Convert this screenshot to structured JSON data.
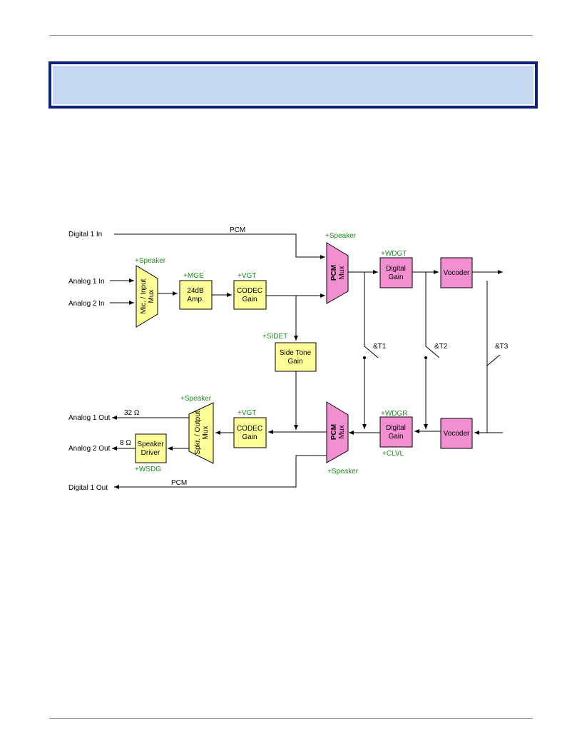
{
  "inputs": {
    "digital1_in": "Digital 1 In",
    "analog1_in": "Analog 1 In",
    "analog2_in": "Analog 2 In"
  },
  "outputs": {
    "analog1_out": "Analog 1 Out",
    "analog2_out": "Analog 2 Out",
    "digital1_out": "Digital 1 Out"
  },
  "wires": {
    "pcm_top": "PCM",
    "pcm_bottom": "PCM",
    "ohm32": "32 Ω",
    "ohm8": "8 Ω",
    "t1": "&T1",
    "t2": "&T2",
    "t3": "&T3"
  },
  "blocks": {
    "input_mux": {
      "line1": "Mic. / Input",
      "line2": "Mux",
      "cmd": "+Speaker"
    },
    "amp24": {
      "line1": "24dB",
      "line2": "Amp.",
      "cmd": "+MGE"
    },
    "codec_tx": {
      "line1": "CODEC",
      "line2": "Gain",
      "cmd": "+VGT"
    },
    "pcm_mux_tx": {
      "line1": "PCM",
      "line2": "Mux",
      "cmd": "+Speaker"
    },
    "digital_gain_tx": {
      "line1": "Digital",
      "line2": "Gain",
      "cmd": "+WDGT"
    },
    "vocoder_tx": {
      "line1": "Vocoder"
    },
    "side_tone": {
      "line1": "Side Tone",
      "line2": "Gain",
      "cmd": "+SIDET"
    },
    "output_mux": {
      "line1": "Spkr. / Output",
      "line2": "Mux",
      "cmd": "+Speaker"
    },
    "codec_rx": {
      "line1": "CODEC",
      "line2": "Gain",
      "cmd": "+VGT"
    },
    "speaker_driver": {
      "line1": "Speaker",
      "line2": "Driver",
      "cmd": "+WSDG"
    },
    "pcm_mux_rx": {
      "line1": "PCM",
      "line2": "Mux",
      "cmd": "+Speaker"
    },
    "digital_gain_rx": {
      "line1": "Digital",
      "line2": "Gain",
      "cmd_top": "+WDGR",
      "cmd_bottom": "+CLVL"
    },
    "vocoder_rx": {
      "line1": "Vocoder"
    }
  },
  "colors": {
    "yellow_block": "#ffff99",
    "pink_block": "#f28fd0",
    "command_green": "#1f8a1f",
    "banner_border": "#0f1f7a",
    "banner_fill": "#c7d9f1"
  }
}
